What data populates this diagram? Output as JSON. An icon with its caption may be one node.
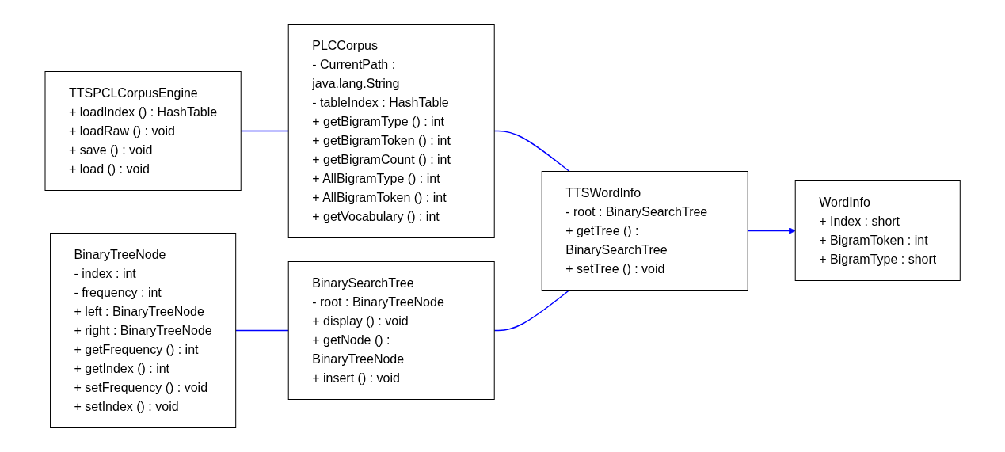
{
  "diagram": {
    "nodes": [
      {
        "text": [
          "TTSPCLCorpusEngine",
          "+ loadIndex () : HashTable",
          "+ loadRaw () : void",
          "+ save () : void",
          "+ load () : void"
        ]
      },
      {
        "text": [
          "PLCCorpus",
          "- CurrentPath : java.lang.String",
          "- tableIndex : HashTable",
          "+ getBigramType () : int",
          "+ getBigramToken () : int",
          "+ getBigramCount () : int",
          "+ AllBigramType () : int",
          "+ AllBigramToken () : int",
          "+ getVocabulary () : int"
        ]
      },
      {
        "text": [
          "WordInfo",
          "+ Index : short",
          "+ BigramToken : int",
          "+ BigramType : short"
        ]
      },
      {
        "text": [
          "BinaryTreeNode",
          "- index : int",
          "- frequency : int",
          "+ left : BinaryTreeNode",
          "+ right : BinaryTreeNode",
          "+ getFrequency () : int",
          "+ getIndex () : int",
          "+ setFrequency () : void",
          "+ setIndex () : void"
        ]
      },
      {
        "text": [
          "BinarySearchTree",
          "- root : BinaryTreeNode",
          "+ display () : void",
          "+ getNode () : BinaryTreeNode",
          "+ insert () : void"
        ]
      },
      {
        "text": [
          "TTSWordInfo",
          "- root : BinarySearchTree",
          "+ getTree () : BinarySearchTree",
          "+ setTree () : void"
        ]
      }
    ],
    "edges": [
      {
        "from": 0,
        "to": 1,
        "arrow": "none"
      },
      {
        "from": 1,
        "to": 5,
        "arrow": "none"
      },
      {
        "from": 5,
        "to": 2,
        "arrow": "to"
      },
      {
        "from": 3,
        "to": 4,
        "arrow": "none"
      },
      {
        "from": 4,
        "to": 5,
        "arrow": "none"
      }
    ]
  }
}
